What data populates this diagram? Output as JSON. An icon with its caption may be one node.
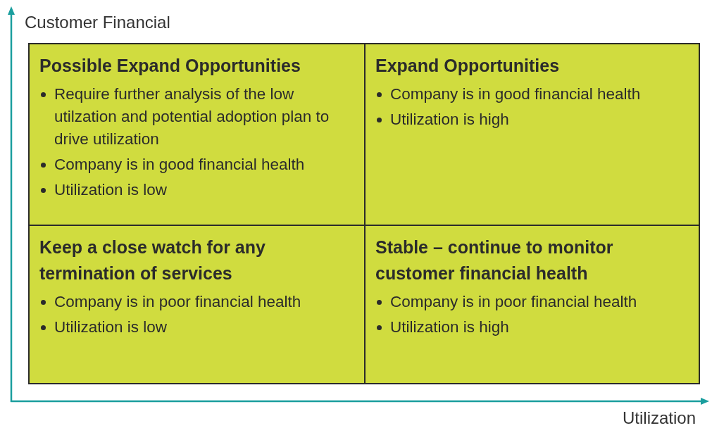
{
  "diagram": {
    "nodes": [
      {
        "text": [
          "Possible Expand Opportunities",
          "Require further analysis of the low utilzation and potential adoption plan to drive utilization",
          "Company is in good financial health",
          "Utilization is low"
        ]
      },
      {
        "text": [
          "Expand Opportunities",
          "Company is in good financial health",
          "Utilization is high"
        ]
      },
      {
        "text": [
          "Keep a close watch for any termination of services",
          "Company is in poor financial health",
          "Utilization is low"
        ]
      },
      {
        "text": [
          "Stable – continue to monitor customer financial health",
          "Company is in poor financial health",
          "Utilization is high"
        ]
      }
    ],
    "labels": [
      "Customer Financial",
      "Utilization"
    ]
  }
}
